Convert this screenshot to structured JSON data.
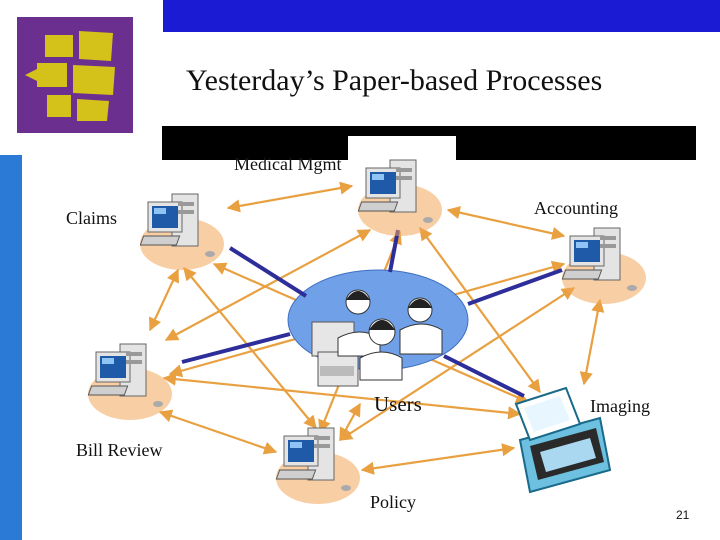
{
  "slide": {
    "title": "Yesterday’s Paper-based Processes",
    "page_number": "21"
  },
  "nodes": {
    "medical": "Medical Mgmt",
    "claims": "Claims",
    "accounting": "Accounting",
    "users": "Users",
    "imaging": "Imaging",
    "bill_review": "Bill Review",
    "policy": "Policy"
  },
  "colors": {
    "logo_purple": "#6b2f8f",
    "logo_yellow": "#d4c21a",
    "top_bar_blue": "#1b1bd4",
    "left_bar_blue": "#2a7ad6",
    "arrow_orange": "#e8a040",
    "hub_link_navy": "#2e2e9a",
    "users_ellipse": "#6fa0e8"
  }
}
